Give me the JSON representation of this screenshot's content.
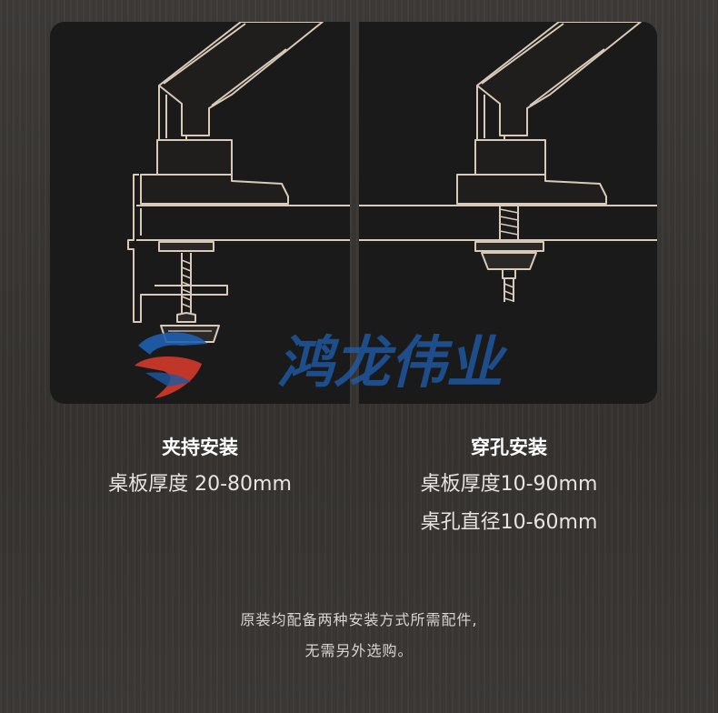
{
  "watermark": {
    "text": "鸿龙伟业"
  },
  "clamp": {
    "title": "夹持安装",
    "spec": "桌板厚度 20-80mm"
  },
  "grommet": {
    "title": "穿孔安装",
    "spec1": "桌板厚度10-90mm",
    "spec2": "桌孔直径10-60mm"
  },
  "note": {
    "line1": "原装均配备两种安装方式所需配件,",
    "line2": "无需另外选购。"
  },
  "colors": {
    "panel": "#1a1a1a",
    "line": "#d9c9b8",
    "watermark_blue": "#1f5fb0",
    "watermark_red": "#d23a2a"
  }
}
